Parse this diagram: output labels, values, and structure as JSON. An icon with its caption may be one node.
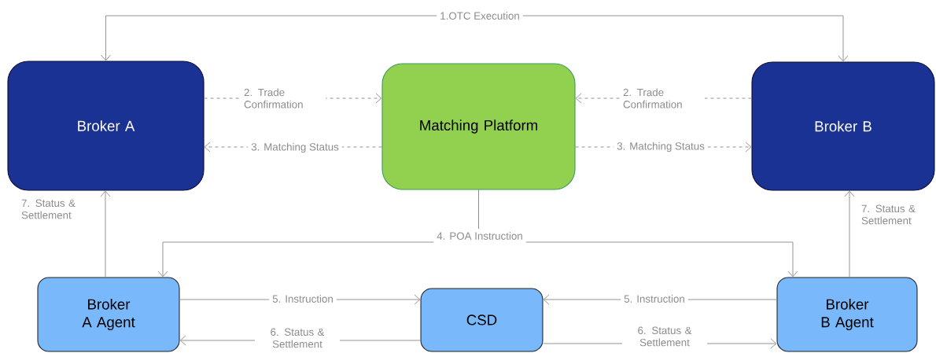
{
  "diagram": {
    "nodes": [
      {
        "text": [
          "Broker A"
        ]
      },
      {
        "text": [
          "Matching Platform"
        ]
      },
      {
        "text": [
          "Broker B"
        ]
      },
      {
        "text": [
          "Broker A Agent"
        ]
      },
      {
        "text": [
          "CSD"
        ]
      },
      {
        "text": [
          "Broker B Agent"
        ]
      }
    ],
    "edges": [
      {
        "from": 0,
        "to": 2,
        "arrow": "both",
        "label": "1.OTC Execution"
      },
      {
        "from": 0,
        "to": 1,
        "arrow": "to",
        "style": "dashed",
        "label": "2. Trade Confirmation"
      },
      {
        "from": 1,
        "to": 0,
        "arrow": "to",
        "style": "dashed",
        "label": "3. Matching Status"
      },
      {
        "from": 2,
        "to": 1,
        "arrow": "to",
        "style": "dashed",
        "label": "2. Trade Confirmation"
      },
      {
        "from": 1,
        "to": 2,
        "arrow": "to",
        "style": "dashed",
        "label": "3. Matching Status"
      },
      {
        "from": 1,
        "to": 3,
        "arrow": "to",
        "label": "4. POA Instruction"
      },
      {
        "from": 1,
        "to": 5,
        "arrow": "to"
      },
      {
        "from": 3,
        "to": 0,
        "arrow": "to",
        "label": "7. Status & Settlement"
      },
      {
        "from": 3,
        "to": 4,
        "arrow": "to",
        "label": "5. Instruction"
      },
      {
        "from": 4,
        "to": 3,
        "arrow": "to",
        "label": "6. Status & Settlement"
      },
      {
        "from": 5,
        "to": 4,
        "arrow": "to",
        "label": "5. Instruction"
      },
      {
        "from": 4,
        "to": 5,
        "arrow": "to",
        "label": "6. Status & Settlement"
      },
      {
        "from": 5,
        "to": 2,
        "arrow": "to",
        "label": "7. Status & Settlement"
      }
    ]
  }
}
